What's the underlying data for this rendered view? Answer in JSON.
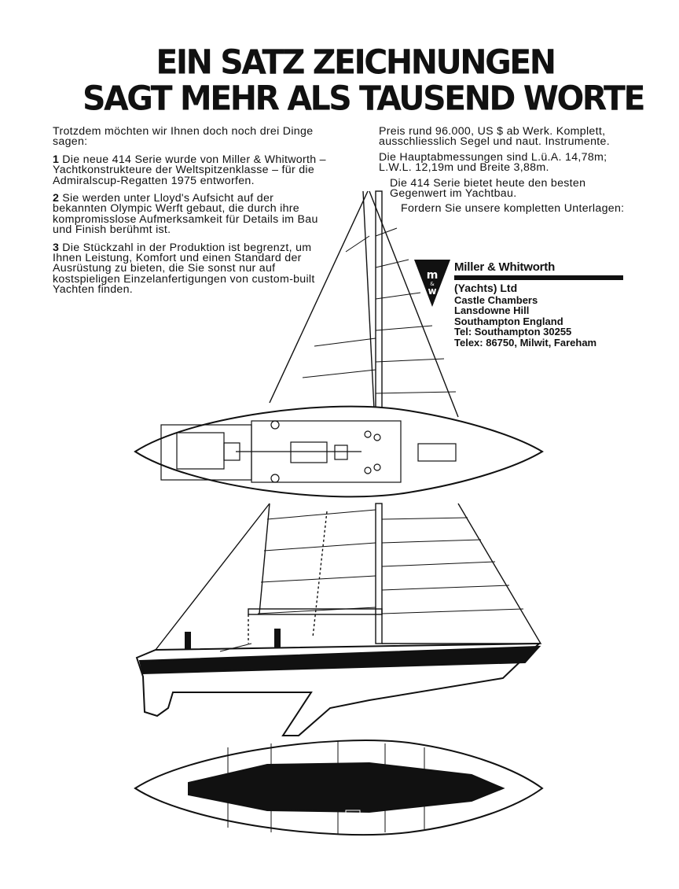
{
  "headline": {
    "line1": "EIN SATZ ZEICHNUNGEN",
    "line2": "SAGT MEHR ALS TAUSEND WORTE"
  },
  "left_column": {
    "intro": "Trotzdem möchten wir Ihnen doch noch drei Dinge sagen:",
    "points": [
      {
        "num": "1",
        "text": "Die neue 414 Serie wurde von Miller & Whitworth – Yachtkonstrukteure der Weltspitzenklasse – für die Admiralscup-Regatten 1975 entworfen."
      },
      {
        "num": "2",
        "text": "Sie werden unter Lloyd's Aufsicht auf der bekannten Olympic Werft gebaut, die durch ihre kompromisslose Aufmerksamkeit für Details im Bau und Finish berühmt ist."
      },
      {
        "num": "3",
        "text": "Die Stückzahl in der Produktion ist begrenzt, um Ihnen Leistung, Komfort und einen Standard der Ausrüstung zu bieten, die Sie sonst nur auf kostspieligen Einzelanfertigungen von custom-built Yachten finden."
      }
    ]
  },
  "right_column": {
    "price": "Preis rund 96.000, US $ ab Werk. Komplett, ausschliesslich Segel und naut. Instrumente.",
    "dimensions": "Die Hauptabmessungen sind L.ü.A. 14,78m; L.W.L. 12,19m und Breite 3,88m.",
    "value": "Die 414 Serie bietet heute den besten Gegenwert im Yachtbau.",
    "request": "Fordern Sie unsere kompletten Unterlagen:"
  },
  "company": {
    "logo_letters": "M&W",
    "name": "Miller & Whitworth",
    "ltd": "(Yachts) Ltd",
    "address": [
      "Castle Chambers",
      "Lansdowne Hill",
      "Southampton England",
      "Tel: Southampton 30255",
      "Telex: 86750, Milwit, Fareham"
    ]
  },
  "colors": {
    "ink": "#111111",
    "paper": "#ffffff"
  }
}
